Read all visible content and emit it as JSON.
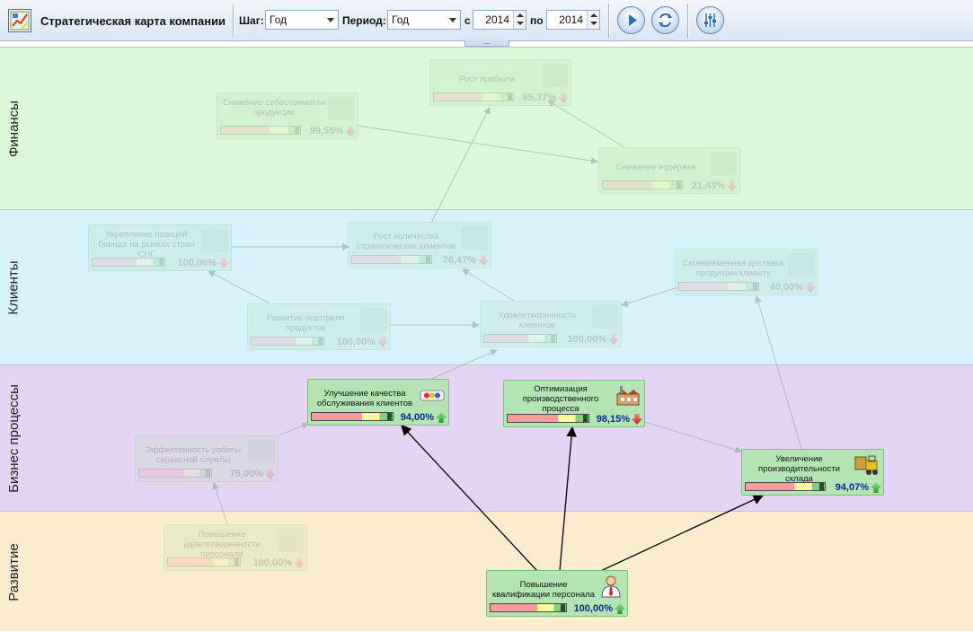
{
  "app": {
    "title": "Стратегическая карта компании"
  },
  "toolbar": {
    "step_label": "Шаг:",
    "step_value": "Год",
    "period_label": "Период:",
    "period_value": "Год",
    "from_label": "с",
    "from_value": "2014",
    "to_label": "по",
    "to_value": "2014",
    "expander": "..."
  },
  "bands": [
    {
      "label": "Финансы",
      "color": "#dbf8d8"
    },
    {
      "label": "Клиенты",
      "color": "#d7f2fb"
    },
    {
      "label": "Бизнес процессы",
      "color": "#e4d5f3"
    },
    {
      "label": "Развитие",
      "color": "#fbeccf"
    }
  ],
  "nodes": {
    "profit_growth": {
      "title": "Рост прибыли",
      "pct": "65,37%",
      "trend": "down",
      "active": false,
      "icon": "money-stack-icon"
    },
    "cost_reduction": {
      "title": "Снижение себестоимости продукции",
      "pct": "99,55%",
      "trend": "down",
      "active": false,
      "icon": "calculator-icon"
    },
    "expense_reduction": {
      "title": "Снижение издержек",
      "pct": "21,43%",
      "trend": "down",
      "active": false,
      "icon": "coins-icon"
    },
    "brand_cis": {
      "title": "Укрепление позиций бренда на рынках стран СНГ",
      "pct": "100,00%",
      "trend": "down",
      "active": false,
      "icon": "brand-icon"
    },
    "strategic_clients": {
      "title": "Рост количества стратегических клиентов",
      "pct": "76,47%",
      "trend": "down",
      "active": false,
      "icon": "clients-icon"
    },
    "timely_delivery": {
      "title": "Своевременная доставка продукции клиенту",
      "pct": "40,00%",
      "trend": "down",
      "active": false,
      "icon": "truck-icon"
    },
    "product_portfolio": {
      "title": "Развитие портфеля продуктов",
      "pct": "100,00%",
      "trend": "down",
      "active": false,
      "icon": "briefcase-icon"
    },
    "client_satisfaction": {
      "title": "Удовлетворенность клиентов",
      "pct": "100,00%",
      "trend": "down",
      "active": false,
      "icon": "chat-person-icon"
    },
    "service_quality": {
      "title": "Улучшение качества обслуживания клиентов",
      "pct": "94,00%",
      "trend": "up",
      "active": true,
      "icon": "traffic-light-icon"
    },
    "production_opt": {
      "title": "Оптимизация производственного процесса",
      "pct": "98,15%",
      "trend": "down",
      "active": true,
      "icon": "factory-icon"
    },
    "service_efficiency": {
      "title": "Эффективность работы сервисной службы",
      "pct": "75,00%",
      "trend": "down",
      "active": false,
      "icon": "service-gear-icon"
    },
    "warehouse_perf": {
      "title": "Увеличение производительности склада",
      "pct": "94,07%",
      "trend": "up",
      "active": true,
      "icon": "forklift-icon"
    },
    "staff_satisfaction": {
      "title": "Повышение удовлетворенности персонала",
      "pct": "100,00%",
      "trend": "down",
      "active": false,
      "icon": "person-chat-icon"
    },
    "staff_skills": {
      "title": "Повышение квалификации персонала",
      "pct": "100,00%",
      "trend": "up",
      "active": true,
      "icon": "businessman-icon"
    }
  }
}
